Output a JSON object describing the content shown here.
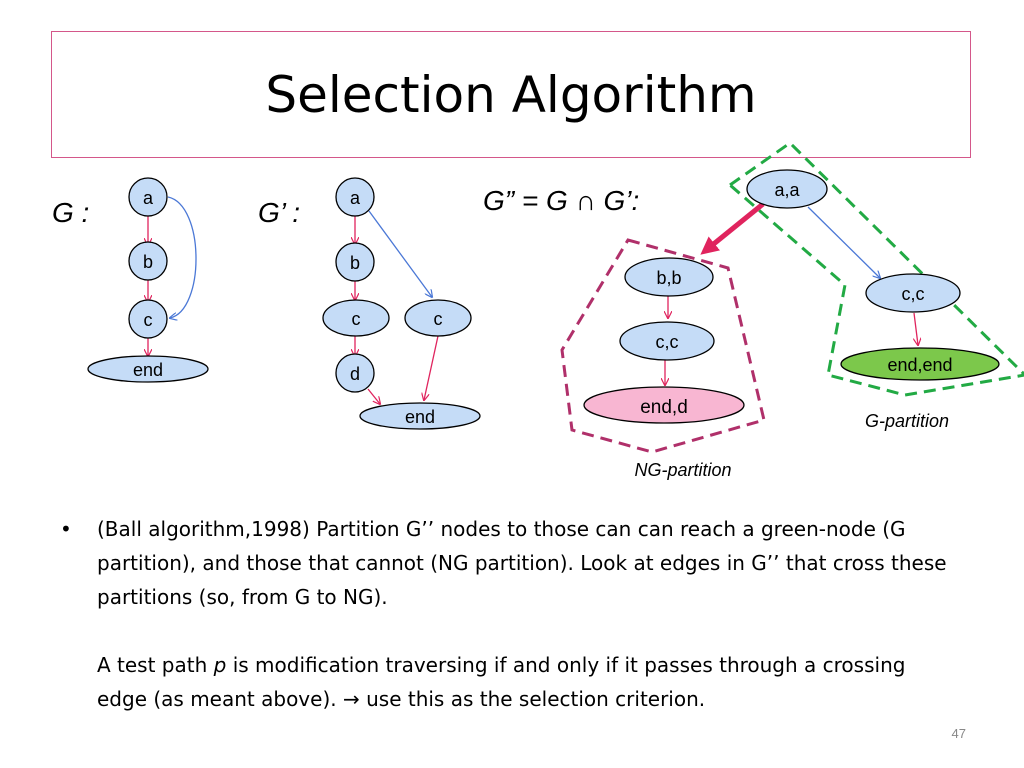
{
  "title": "Selection Algorithm",
  "graph_labels": {
    "g": "G :",
    "g_prime": "G’ :",
    "g_double": "G” = G ∩ G’:"
  },
  "graph_g": {
    "nodes": [
      "a",
      "b",
      "c",
      "end"
    ]
  },
  "graph_g_prime": {
    "nodes": [
      "a",
      "b",
      "c",
      "c",
      "d",
      "end"
    ]
  },
  "graph_g_double": {
    "nodes": [
      "a,a",
      "b,b",
      "c,c",
      "end,d",
      "c,c",
      "end,end"
    ]
  },
  "partitions": {
    "ng": "NG-partition",
    "g": "G-partition"
  },
  "colors": {
    "title_border": "#d4578a",
    "node_fill": "#c5dcf7",
    "end_d_fill": "#f8b6d2",
    "end_end_fill": "#7cc84b",
    "red_edge": "#e0245e",
    "blue_edge": "#4b78d6",
    "ng_border": "#b0306a",
    "g_border": "#22aa44"
  },
  "bullet": {
    "marker": "•",
    "p1": "(Ball algorithm,1998) Partition G’’ nodes to those can can reach a green-node (G partition), and those that cannot (NG partition).  Look at edges in G’’ that cross these partitions (so, from G to NG).",
    "p2_before": "A test path ",
    "p2_var": "p",
    "p2_after": " is modification traversing if and only if it passes through a crossing edge (as meant above). ",
    "p2_arrow": "→",
    "p2_end": " use this as the selection criterion."
  },
  "page_number": "47"
}
